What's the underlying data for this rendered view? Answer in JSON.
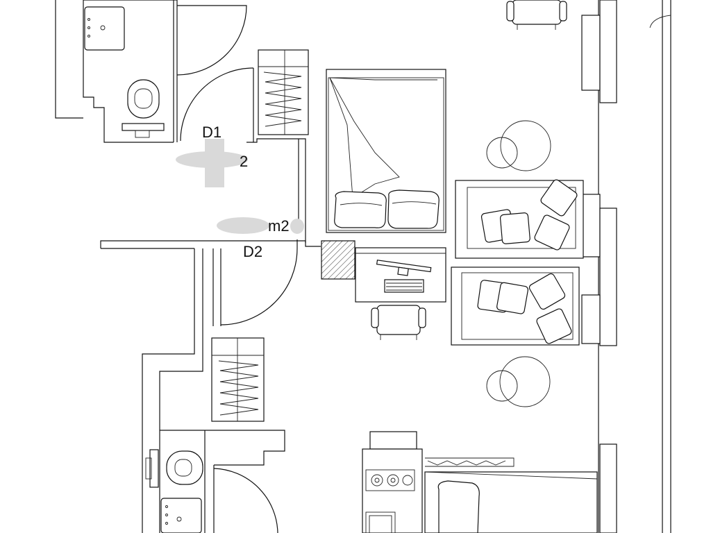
{
  "labels": {
    "upper_room_code": "D1",
    "lower_room_code": "D2",
    "upper_area_fragment": "2",
    "lower_area_fragment": "m2"
  },
  "colors": {
    "line": "#111111",
    "background": "#ffffff",
    "redaction": "#d9d9d9"
  }
}
